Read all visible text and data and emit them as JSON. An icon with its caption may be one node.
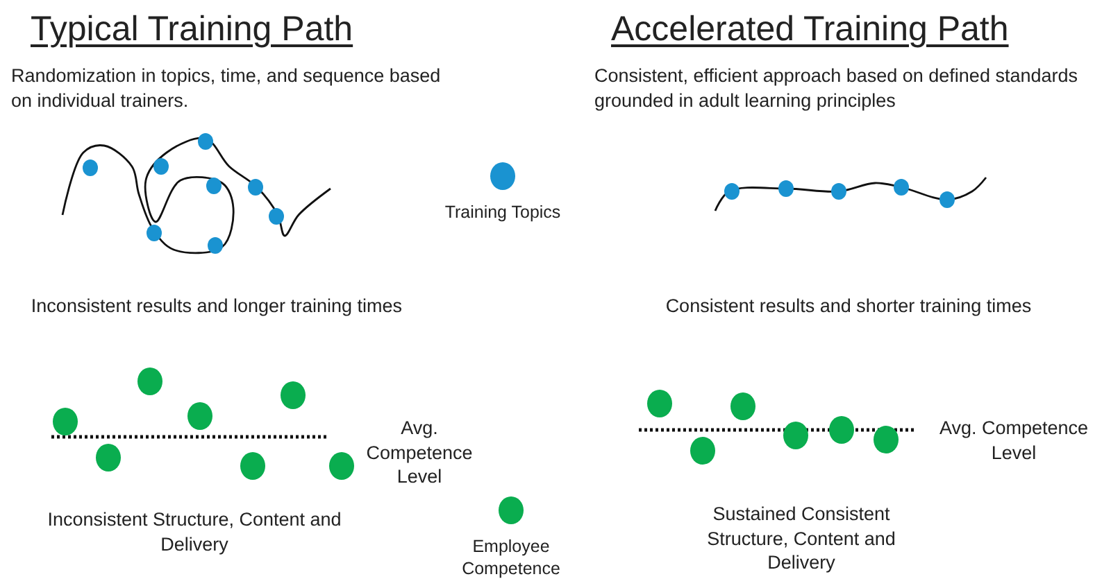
{
  "diagram": {
    "labels": [
      "Typical Training Path",
      "Accelerated Training Path",
      "Randomization in topics, time, and sequence based on individual trainers.",
      "Consistent, efficient approach based on defined standards grounded in adult learning principles",
      "Inconsistent results and longer training times",
      "Consistent results and shorter training times",
      "Avg. Competence Level",
      "Inconsistent Structure, Content and Delivery",
      "Avg. Competence Level",
      "Sustained Consistent Structure, Content and Delivery"
    ],
    "legend": [
      {
        "text": "Training Topics",
        "color": "#1a93d1"
      },
      {
        "text": "Employee Competence",
        "color": "#0aad4f"
      }
    ]
  }
}
